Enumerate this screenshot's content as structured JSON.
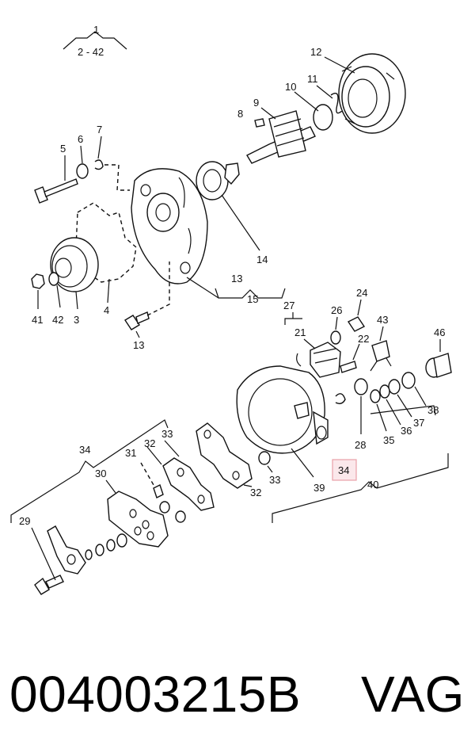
{
  "assembly": {
    "index": "1",
    "range": "2 - 42"
  },
  "highlight": {
    "label": "34",
    "color": "#e8a0a8"
  },
  "footer": {
    "part_number": "004003215B",
    "brand": "VAG"
  },
  "callouts": {
    "c2": "12",
    "c3": "11",
    "c4": "10",
    "c5": "9",
    "c6": "8",
    "c7": "7",
    "c8": "6",
    "c9": "5",
    "c10": "14",
    "c11": "13",
    "c12": "15",
    "c13": "4",
    "c14": "41",
    "c15": "42",
    "c16": "3",
    "c17": "13",
    "c18": "27",
    "c19": "26",
    "c20": "24",
    "c21": "43",
    "c22": "21",
    "c23": "22",
    "c24": "46",
    "c25": "38",
    "c26": "37",
    "c27": "36",
    "c28": "35",
    "c29": "28",
    "c30": "33",
    "c31": "32",
    "c32": "34",
    "c33": "31",
    "c34": "30",
    "c35": "33",
    "c36": "32",
    "c37": "39",
    "c38": "40",
    "c39": "29"
  }
}
